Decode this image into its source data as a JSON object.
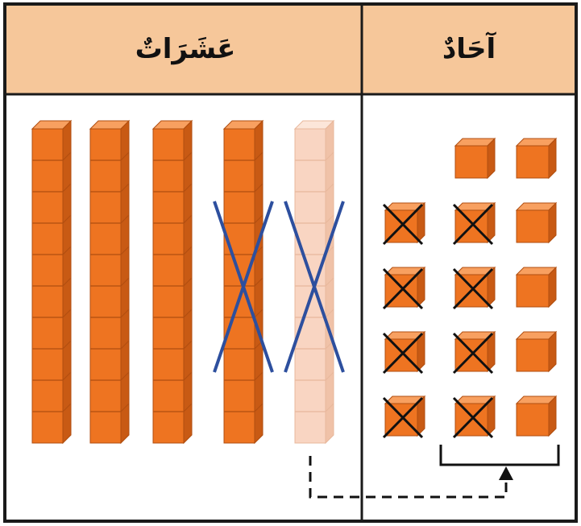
{
  "headers": {
    "tens": "عَشَرَاتٌ",
    "ones": "آحَادٌ"
  },
  "colors": {
    "header_bg": "#f6c79a",
    "border": "#1a1a1a",
    "block_face": "#ee7421",
    "block_top": "#f8a060",
    "block_side": "#c85a14",
    "faded_face": "#f9d5c2",
    "faded_top": "#fce6d9",
    "faded_side": "#f0c2a8",
    "cross_blue": "#2d4f9e",
    "cross_black": "#111111"
  },
  "tens_rods": [
    {
      "faded": false,
      "crossed": false
    },
    {
      "faded": false,
      "crossed": false
    },
    {
      "faded": false,
      "crossed": false
    },
    {
      "faded": false,
      "crossed": true
    },
    {
      "faded": true,
      "crossed": true
    }
  ],
  "ones_grid": [
    [
      null,
      false,
      false
    ],
    [
      true,
      true,
      false
    ],
    [
      true,
      true,
      false
    ],
    [
      true,
      true,
      false
    ],
    [
      true,
      true,
      false
    ]
  ],
  "regroup_arrow": {
    "style": "dashed",
    "from": "tens",
    "to": "ones-bracket"
  }
}
